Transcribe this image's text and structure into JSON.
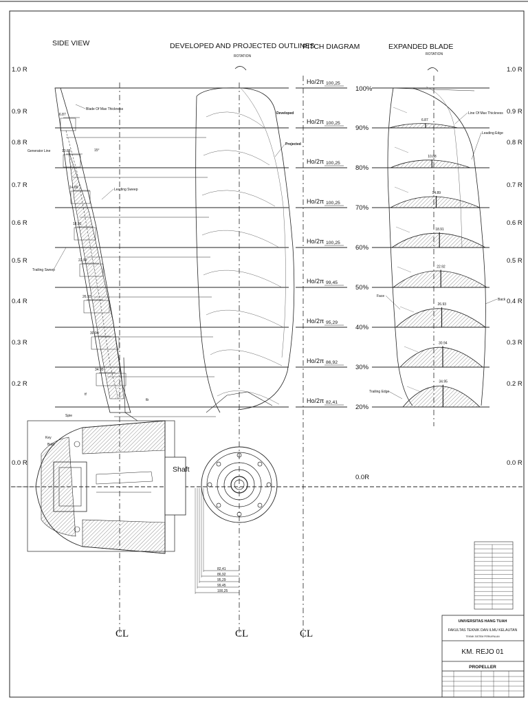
{
  "sections": {
    "side_view": "SIDE VIEW",
    "developed": "DEVELOPED AND PROJECTED OUTLINES",
    "pitch": "PITCH DIAGRAM",
    "expanded": "EXPANDED BLADE",
    "rotation": "ROTATION"
  },
  "radius_labels": [
    "1.0 R",
    "0.9 R",
    "0.8 R",
    "0.7 R",
    "0.6 R",
    "0.5 R",
    "0.4 R",
    "0.3 R",
    "0.2 R",
    "0.0 R"
  ],
  "percent_labels": [
    "100%",
    "90%",
    "80%",
    "70%",
    "60%",
    "50%",
    "40%",
    "30%",
    "20%",
    "0.0R"
  ],
  "pitch_label": "Ho/2π",
  "pitch_values": [
    "100,25",
    "100,25",
    "100,25",
    "100,25",
    "100,25",
    "99,45",
    "95,29",
    "86,92",
    "82,41"
  ],
  "thickness_values": [
    "6.87",
    "10.88",
    "14.89",
    "18.91",
    "22.92",
    "26.93",
    "30.94",
    "34.95"
  ],
  "side_view_labels": {
    "max_thickness": "Blade Of Max Thickness",
    "generator_line": "Generator Line",
    "leading_sweep": "Leading Sweep",
    "trailing_sweep": "Trailing Sweep",
    "tf": "tf",
    "tb": "tb",
    "angle": "15°"
  },
  "outline_labels": {
    "developed": "Developed",
    "projected": "Projected"
  },
  "hub_labels": {
    "spie": "Spie",
    "key": "Key",
    "bold": "Bold",
    "shaft": "Shaft"
  },
  "expanded_labels": {
    "max_thickness": "Line Of Max Thickness",
    "leading_edge": "Leading Edge",
    "face": "Face",
    "back": "Back",
    "trailing_edge": "Trailing Edge"
  },
  "dimension_values": [
    "82,41",
    "86,92",
    "95,29",
    "99,45",
    "100,25"
  ],
  "centerline": "CL",
  "title_block": {
    "university": "UNIVERSITAS HANG TUAH",
    "faculty": "FAKULTAS TEKNIK DAN ILMU KELAUTAN",
    "department": "TEKNIK SISTEM PERKAPALAN",
    "ship": "KM. REJO 01",
    "drawing": "PROPELLER"
  }
}
